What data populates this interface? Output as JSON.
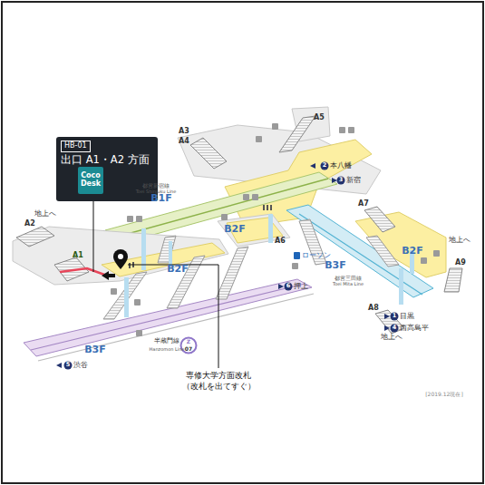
{
  "diagram": {
    "nodes": [
      {
        "text": [
          "HB-01",
          "出口 A1・A2 方面"
        ]
      },
      {
        "text": [
          "Coco Desk"
        ],
        "in": 0
      }
    ],
    "labels": [
      "A3",
      "A4",
      "A5",
      "B1F",
      "都営新宿線",
      "Toei Shinjuku Line",
      "2",
      "本八幡",
      "3",
      "新宿",
      "A2",
      "地上へ",
      "A7",
      "地上へ",
      "A9",
      "A1",
      "B2F",
      "B2F",
      "A6",
      "ローソン",
      "B2F",
      "6",
      "押上",
      "B3F",
      "都営三田線",
      "Toei Mita Line",
      "A8",
      "地上へ",
      "1",
      "目黒",
      "4",
      "西高島平",
      "B3F",
      "半蔵門線",
      "Hanzomon Line",
      "Z",
      "07",
      "5",
      "渋谷",
      "専修大学方面改札 （改札を出てすぐ）",
      "[2019.12現在]"
    ]
  }
}
